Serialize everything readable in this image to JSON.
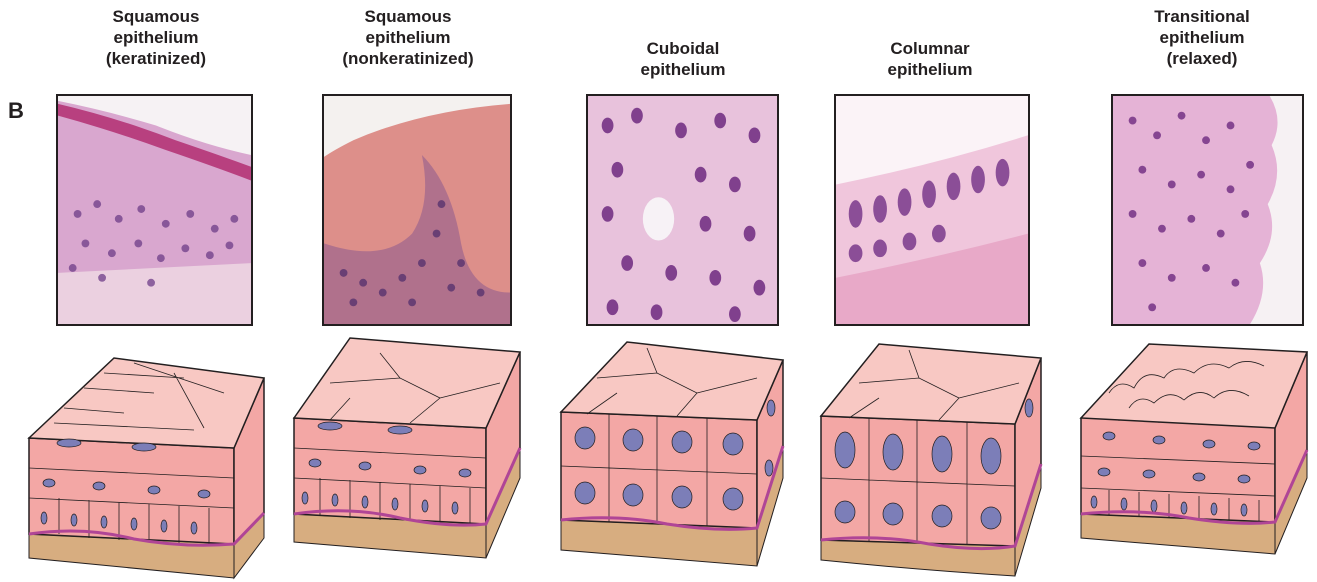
{
  "panel_label": "B",
  "colors": {
    "cell_side": "#f3a7a5",
    "cell_top": "#f8c8c3",
    "cell_top_alt": "#f6bdb8",
    "nucleus": "#7c7eb8",
    "basement_membrane": "#b04596",
    "connective_tissue": "#d7ad80",
    "outline": "#231f20",
    "stain_pink": "#e9a6c6",
    "stain_purple": "#6e2a80"
  },
  "panels": [
    {
      "id": "squamous-keratinized",
      "title_lines": [
        "Squamous",
        "epithelium",
        "(keratinized)"
      ],
      "micrograph_icon": "histology-micrograph-icon",
      "diagram_icon": "tissue-block-icon"
    },
    {
      "id": "squamous-nonkeratinized",
      "title_lines": [
        "Squamous",
        "epithelium",
        "(nonkeratinized)"
      ],
      "micrograph_icon": "histology-micrograph-icon",
      "diagram_icon": "tissue-block-icon"
    },
    {
      "id": "cuboidal",
      "title_lines": [
        "Cuboidal",
        "epithelium"
      ],
      "micrograph_icon": "histology-micrograph-icon",
      "diagram_icon": "tissue-block-icon"
    },
    {
      "id": "columnar",
      "title_lines": [
        "Columnar",
        "epithelium"
      ],
      "micrograph_icon": "histology-micrograph-icon",
      "diagram_icon": "tissue-block-icon"
    },
    {
      "id": "transitional",
      "title_lines": [
        "Transitional",
        "epithelium",
        "(relaxed)"
      ],
      "micrograph_icon": "histology-micrograph-icon",
      "diagram_icon": "tissue-block-icon"
    }
  ]
}
